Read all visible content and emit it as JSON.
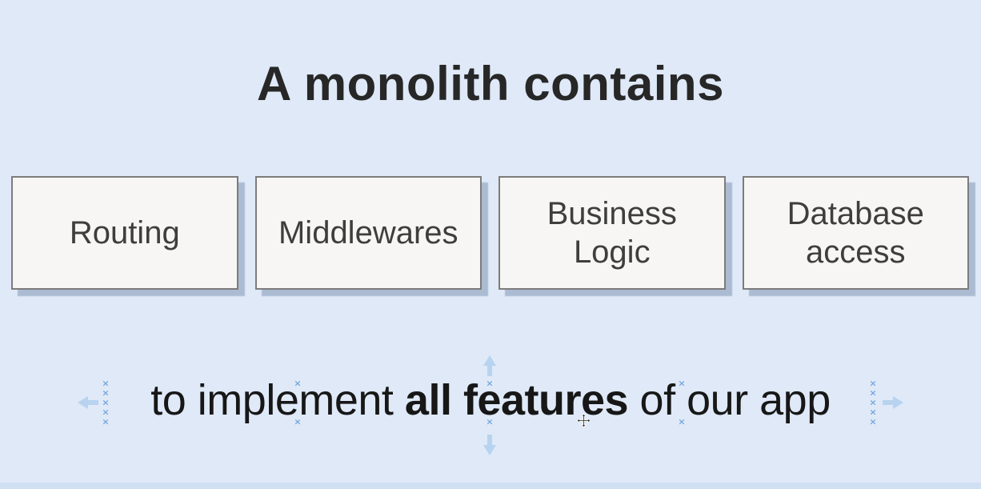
{
  "slide": {
    "title": "A monolith contains",
    "boxes": [
      {
        "label": "Routing"
      },
      {
        "label": "Middlewares"
      },
      {
        "label": "Business\nLogic"
      },
      {
        "label": "Database\naccess"
      }
    ],
    "subtitle": {
      "prefix": "to implement ",
      "emphasis": "all features",
      "suffix": " of our app"
    }
  },
  "selection": {
    "mark_glyph": "×"
  },
  "colors": {
    "background": "#dfe9f8",
    "box_fill": "#f7f6f5",
    "box_border": "#7c7c7c",
    "box_shadow": "#b4c1d7",
    "title_text": "#272727",
    "box_text": "#3e3e3e",
    "subtitle_text": "#171717",
    "handle_mark": "#6fa3dd",
    "handle_arrow": "#b5d2ef"
  }
}
